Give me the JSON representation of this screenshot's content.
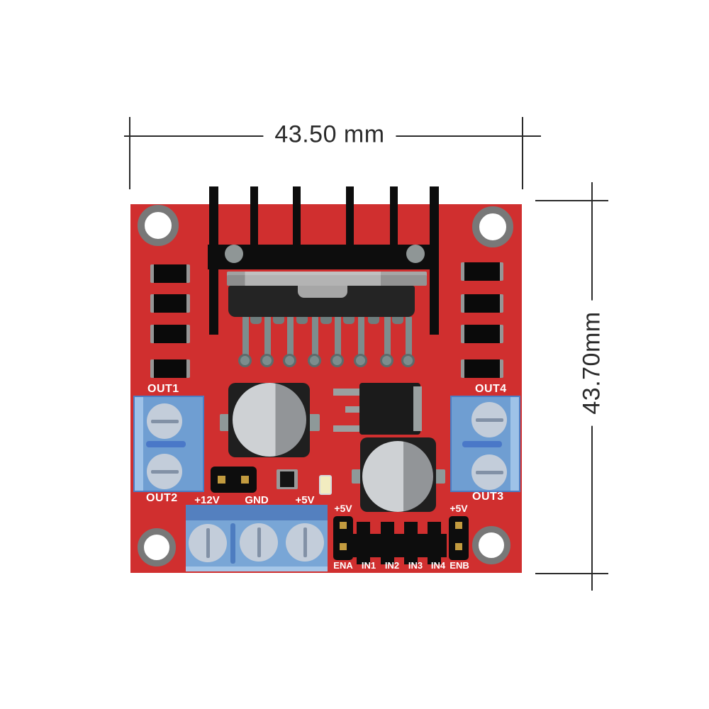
{
  "dimension_annotations": {
    "width": "43.50 mm",
    "height": "43.70mm"
  },
  "board_labels": {
    "out1": "OUT1",
    "out2": "OUT2",
    "out3": "OUT3",
    "out4": "OUT4",
    "power_12v": "+12V",
    "power_gnd": "GND",
    "power_5v": "+5V",
    "ena_jumper_5v": "+5V",
    "enb_jumper_5v": "+5V",
    "control_pins": [
      "ENA",
      "IN1",
      "IN2",
      "IN3",
      "IN4",
      "ENB"
    ]
  },
  "colors": {
    "board-red": "#d02f2f",
    "heatsink-black": "#0d0d0d",
    "chip-dark": "#242424",
    "pin-gray": "#7d8d8d",
    "terminal-blue": "#6f9ed2",
    "terminal-blue-dark": "#5480bf",
    "terminal-blue-light": "#9ec2e8",
    "screw-gray": "#c3cdda",
    "hole-ring": "#787878",
    "cap-light": "#ced1d4",
    "cap-shade": "#929598",
    "gold": "#c29b3f",
    "led-yellow": "#f2ecc0",
    "label-white": "#ffffff",
    "dim-color": "#2b2b2b"
  }
}
